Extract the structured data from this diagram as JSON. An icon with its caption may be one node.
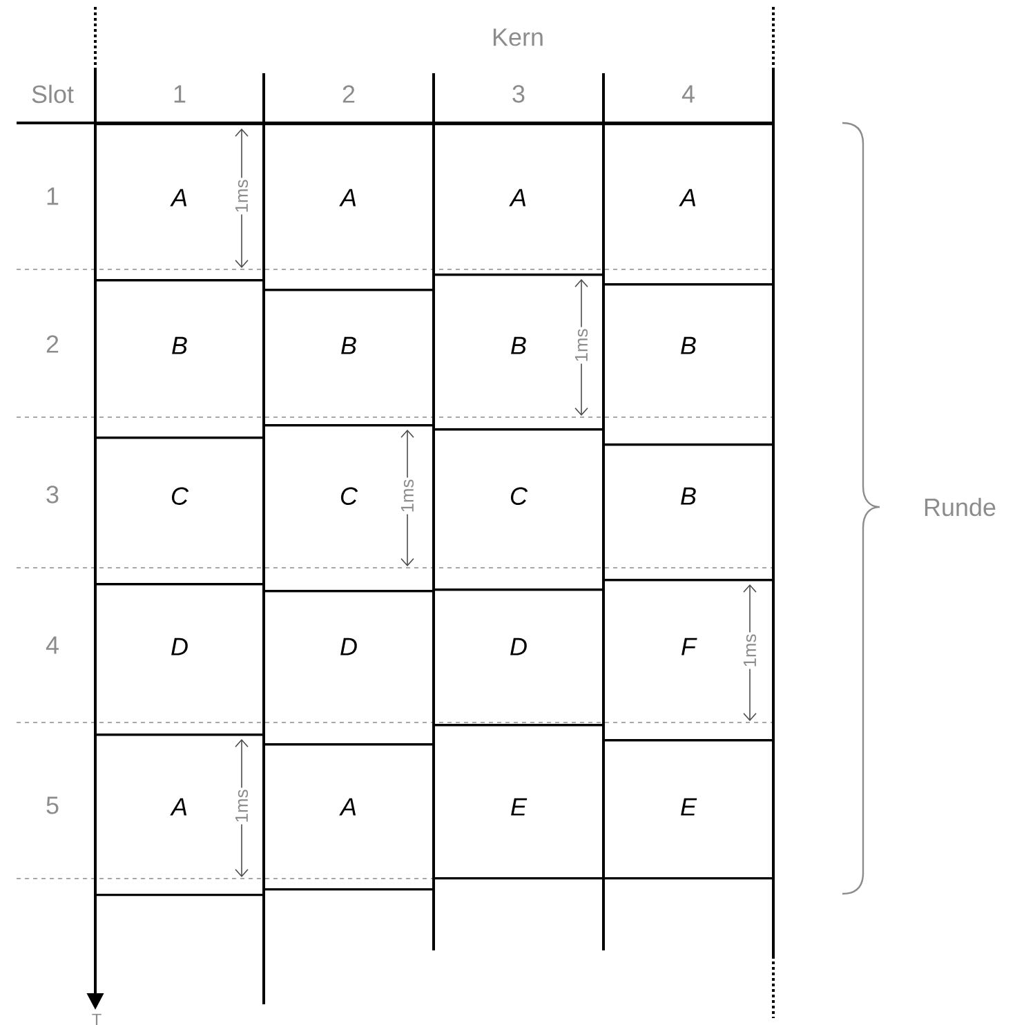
{
  "diagram": {
    "nodes": [
      {
        "text": [
          "A"
        ]
      },
      {
        "text": [
          "A"
        ]
      },
      {
        "text": [
          "A"
        ]
      },
      {
        "text": [
          "A"
        ]
      },
      {
        "text": [
          "B"
        ]
      },
      {
        "text": [
          "B"
        ]
      },
      {
        "text": [
          "B"
        ]
      },
      {
        "text": [
          "B"
        ]
      },
      {
        "text": [
          "C"
        ]
      },
      {
        "text": [
          "C"
        ]
      },
      {
        "text": [
          "C"
        ]
      },
      {
        "text": [
          "B"
        ]
      },
      {
        "text": [
          "D"
        ]
      },
      {
        "text": [
          "D"
        ]
      },
      {
        "text": [
          "D"
        ]
      },
      {
        "text": [
          "F"
        ]
      },
      {
        "text": [
          "A"
        ]
      },
      {
        "text": [
          "A"
        ]
      },
      {
        "text": [
          "E"
        ]
      },
      {
        "text": [
          "E"
        ]
      }
    ],
    "labels": [
      "Kern",
      "Slot",
      "1",
      "2",
      "3",
      "4",
      "1",
      "2",
      "3",
      "4",
      "5",
      "1ms",
      "1ms",
      "1ms",
      "1ms",
      "1ms",
      "Runde",
      "T"
    ]
  }
}
